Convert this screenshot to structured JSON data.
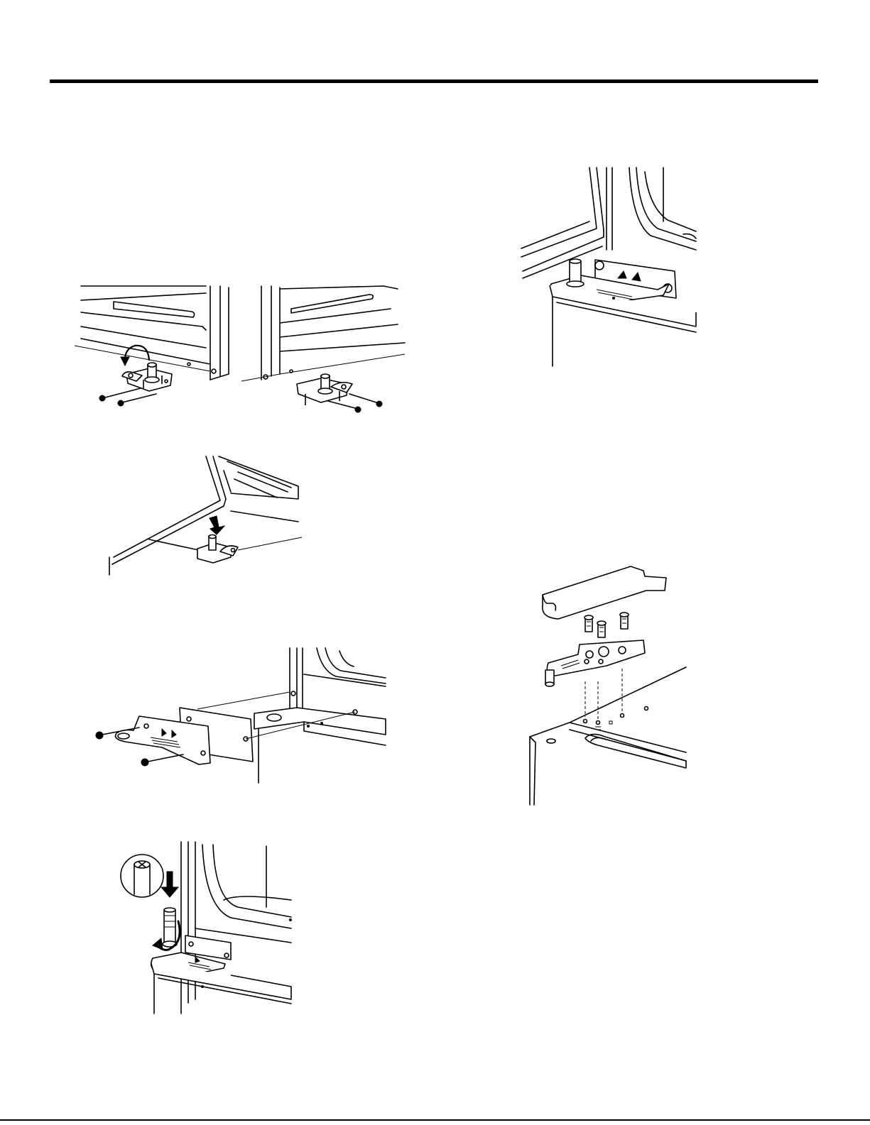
{
  "page": {
    "background": "#ffffff",
    "rule_color": "#000000"
  },
  "figures": [
    {
      "id": "hinge-reversal-both-sides",
      "icon": "hinge-bracket-icon"
    },
    {
      "id": "door-lowered-onto-pin",
      "icon": "door-down-arrow-icon"
    },
    {
      "id": "lower-hinge-plate-exploded",
      "icon": "hinge-plate-icon"
    },
    {
      "id": "hinge-pin-transfer",
      "icon": "hinge-pin-icon"
    },
    {
      "id": "lower-hinge-installed",
      "icon": "hinge-assembly-icon"
    },
    {
      "id": "top-hinge-exploded",
      "icon": "top-hinge-cover-icon"
    }
  ]
}
